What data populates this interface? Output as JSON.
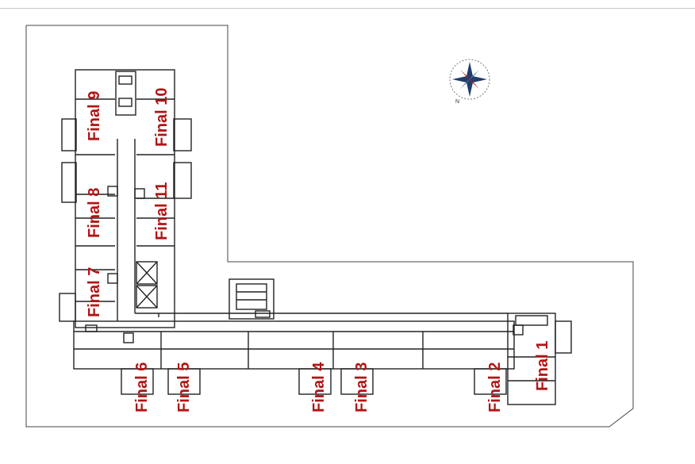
{
  "colors": {
    "label": "#b01515",
    "wall": "#222222",
    "background": "#ffffff",
    "compass_primary": "#1f3d6b",
    "compass_accent": "#b01515"
  },
  "units": [
    {
      "number": "1",
      "label": "Final 1"
    },
    {
      "number": "2",
      "label": "Final 2"
    },
    {
      "number": "3",
      "label": "Final 3"
    },
    {
      "number": "4",
      "label": "Final 4"
    },
    {
      "number": "5",
      "label": "Final 5"
    },
    {
      "number": "6",
      "label": "Final 6"
    },
    {
      "number": "7",
      "label": "Final 7"
    },
    {
      "number": "8",
      "label": "Final 8"
    },
    {
      "number": "9",
      "label": "Final 9"
    },
    {
      "number": "10",
      "label": "Final 10"
    },
    {
      "number": "11",
      "label": "Final 11"
    }
  ],
  "compass": {
    "icon": "compass-rose-icon",
    "north_marker": "N"
  }
}
